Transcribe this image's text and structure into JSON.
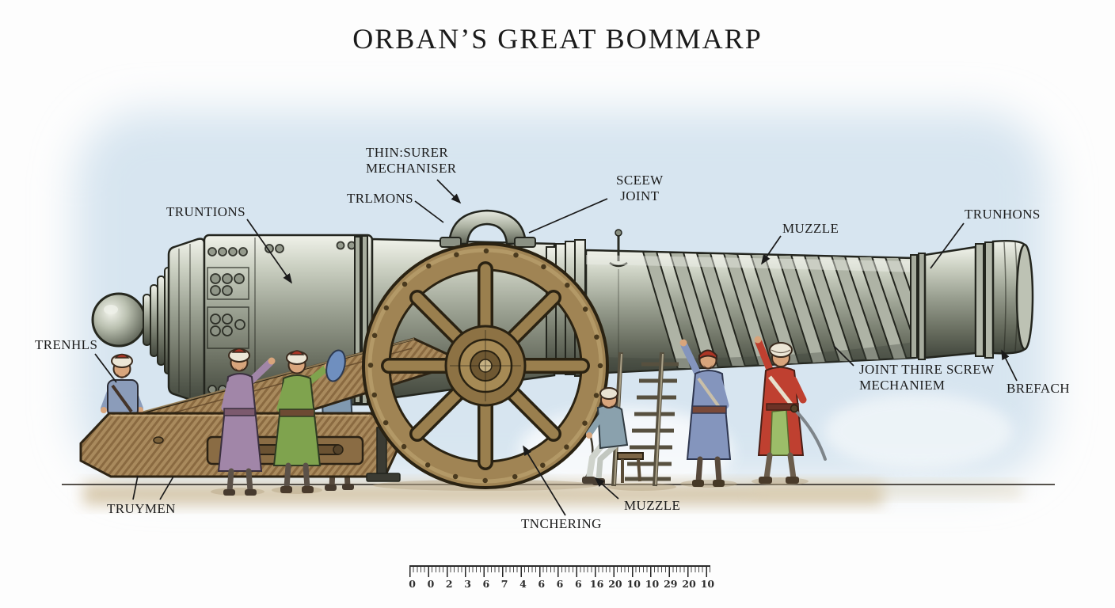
{
  "title": "ORBAN’S GREAT BOMMARP",
  "labels": {
    "thinsurer": {
      "line1": "THIN:SURER",
      "line2": "MECHANISER"
    },
    "trlmons": "TRLMONS",
    "sceew": {
      "line1": "SCEEW",
      "line2": "JOINT"
    },
    "truntions": "TRUNTIONS",
    "muzzle_top": "MUZZLE",
    "trunhons": "TRUNHONS",
    "trenhls": "TRENHLS",
    "joint_screw": {
      "line1": "JOINT THIRE SCREW",
      "line2": "MECHANIEM"
    },
    "brefach": "BREFACH",
    "trutmen": "TRUYMEN",
    "muzzle_bottom": "MUZZLE",
    "tnchering": "TNCHERING"
  },
  "ruler": {
    "numbers": [
      "0",
      "0",
      "2",
      "3",
      "6",
      "7",
      "4",
      "6",
      "6",
      "6",
      "16",
      "20",
      "10",
      "10",
      "29",
      "20",
      "10"
    ]
  },
  "colors": {
    "sky_wash": "#d7e5f0",
    "ground_wash": "#d3c2a2",
    "metal_light": "#ccd1c3",
    "metal_dark": "#41463c",
    "wheel_bronze": "#a08454",
    "carriage_wood": "#a98a5d",
    "robe_blue": "#8495bd",
    "robe_purple": "#a186a8",
    "robe_green": "#7fa34e",
    "robe_red": "#bf4030",
    "turban_white": "#ece6d6",
    "turban_red": "#a83526",
    "label_ink": "#1c1c1c"
  }
}
